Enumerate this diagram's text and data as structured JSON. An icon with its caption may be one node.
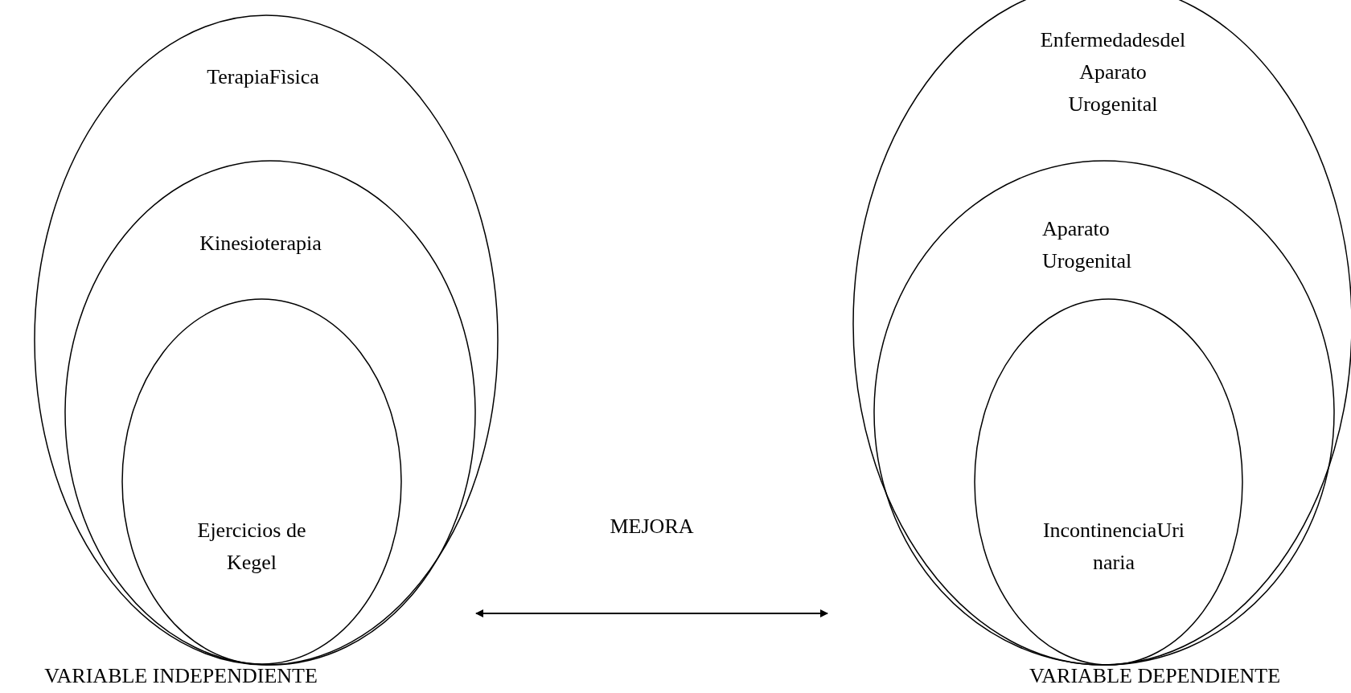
{
  "diagram": {
    "nodes": [
      {
        "text": [
          "TerapiaFìsica"
        ]
      },
      {
        "text": [
          "Kinesioterapia"
        ],
        "in": 0
      },
      {
        "text": [
          "Ejercicios de Kegel"
        ],
        "in": 1
      },
      {
        "text": [
          "Enfermedadesdel Aparato Urogenital"
        ]
      },
      {
        "text": [
          "Aparato Urogenital"
        ],
        "in": 3
      },
      {
        "text": [
          "IncontinenciaUri naria"
        ],
        "in": 4
      }
    ],
    "edges": [
      {
        "from": 0,
        "to": 3,
        "arrow": "both",
        "label": "MEJORA"
      }
    ],
    "labels": [
      "VARIABLE INDEPENDIENTE",
      "VARIABLE DEPENDIENTE"
    ]
  }
}
